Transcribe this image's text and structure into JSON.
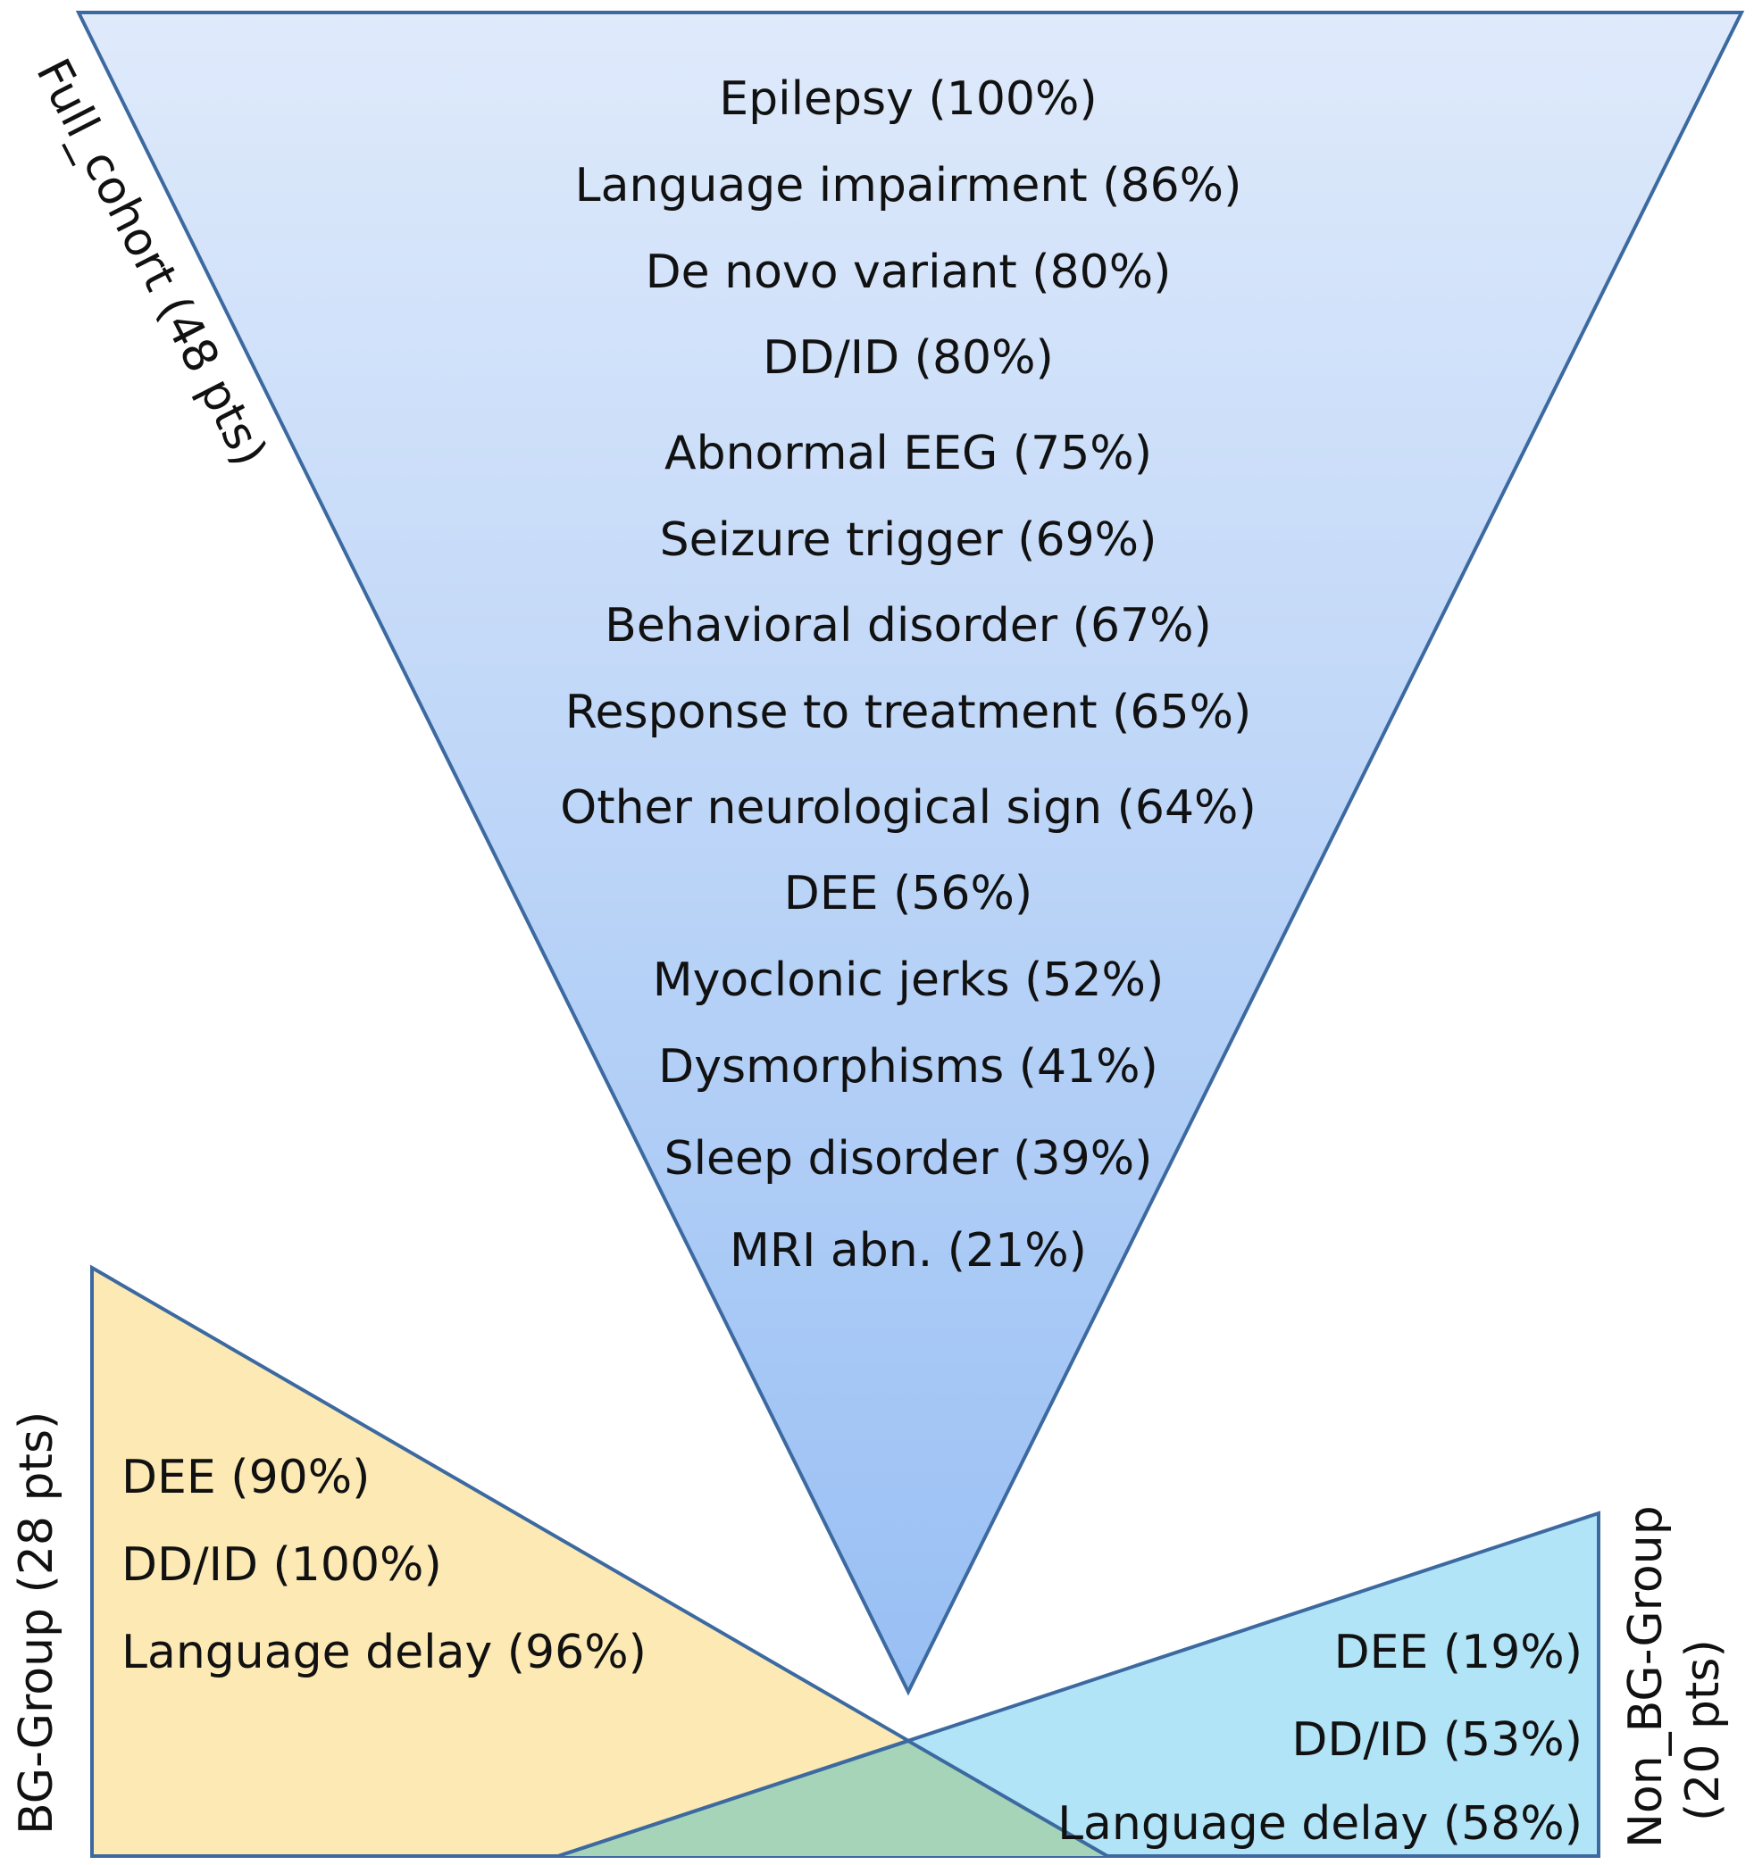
{
  "full_cohort": {
    "label": "Full_cohort (48 pts)",
    "items": [
      "Epilepsy (100%)",
      "Language impairment (86%)",
      "De novo variant (80%)",
      "DD/ID (80%)",
      "Abnormal EEG (75%)",
      "Seizure trigger (69%)",
      "Behavioral disorder (67%)",
      "Response to treatment (65%)",
      "Other neurological sign (64%)",
      "DEE (56%)",
      "Myoclonic jerks (52%)",
      "Dysmorphisms (41%)",
      "Sleep disorder (39%)",
      "MRI abn. (21%)"
    ]
  },
  "bg_group": {
    "label": "BG-Group (28 pts)",
    "items": [
      "DEE (90%)",
      "DD/ID (100%)",
      "Language delay (96%)"
    ]
  },
  "non_bg_group": {
    "label_line1": "Non_BG-Group",
    "label_line2": "(20 pts)",
    "items": [
      "DEE (19%)",
      "DD/ID (53%)",
      "Language delay (58%)"
    ]
  },
  "colors": {
    "stroke": "#3c6aa0",
    "full_top": "#dfeafb",
    "full_bottom": "#98bff4",
    "bg_fill": "#fce9b4",
    "non_bg_fill": "#b2e4f8",
    "overlap_fill": "#a6d4b8"
  }
}
